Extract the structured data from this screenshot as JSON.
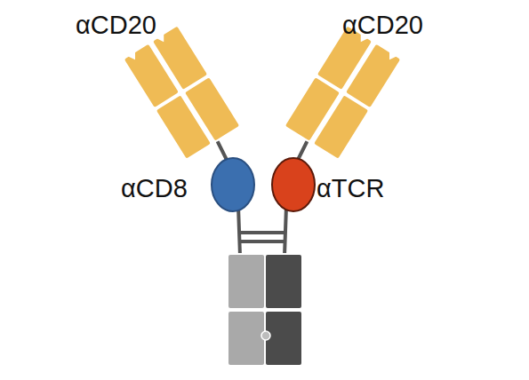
{
  "diagram": {
    "labels": [
      "αCD20",
      "αCD20",
      "αCD8",
      "αTCR"
    ]
  }
}
